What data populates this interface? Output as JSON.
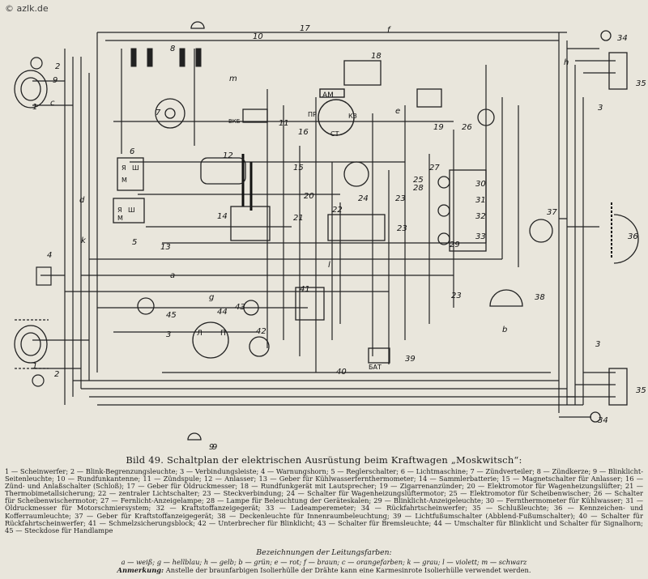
{
  "site_mark": "© azlk.de",
  "caption": "Bild 49. Schaltplan der elektrischen Ausrüstung beim Kraftwagen „Moskwitsch“:",
  "components": [
    "1 — Scheinwerfer;",
    "2 — Blink-Begrenzungsleuchte;",
    "3 — Verbindungsleiste;",
    "4 — Warnungshorn;",
    "5 — Reglerschalter;",
    "6 — Lichtmaschine;",
    "7 — Zündverteiler;",
    "8 — Zündkerze;",
    "9 — Blinklicht-Seitenleuchte;",
    "10 — Rundfunkantenne;",
    "11 — Zündspule;",
    "12 — Anlasser;",
    "13 — Geber für Kühlwasserfernthermometer;",
    "14 — Sammlerbatterie;",
    "15 — Magnetschalter für Anlasser;",
    "16 — Zünd- und Anlaßschalter (Schloß);",
    "17 — Geber für Öldruckmesser;",
    "18 — Rundfunkgerät mit Lautsprecher;",
    "19 — Zigarrenanzünder;",
    "20 — Elektromotor für Wagenheizungslüfter;",
    "21 — Thermobimetallsicherung;",
    "22 — zentraler Lichtschalter;",
    "23 — Steckverbindung;",
    "24 — Schalter für Wagenheizungslüftermotor;",
    "25 — Elektromotor für Scheibenwischer;",
    "26 — Schalter für Scheibenwischermotor;",
    "27 — Fernlicht-Anzeigelampe;",
    "28 — Lampe für Beleuchtung der Geräteskalen;",
    "29 — Blinklicht-Anzeigeleuchte;",
    "30 — Fernthermometer für Kühlwasser;",
    "31 — Öldruckmesser für Motorschmiersystem;",
    "32 — Kraftstoffanzeigegerät;",
    "33 — Ladeamperemeter;",
    "34 — Rückfahrtscheinwerfer;",
    "35 — Schlußleuchte;",
    "36 — Kennzeichen- und Kofferraumleuchte;",
    "37 — Geber für Kraftstoffanzeigegerät;",
    "38 — Deckenleuchte für Innenraumbeleuchtung;",
    "39 — Lichtfußumschalter (Abblend-Fußumschalter);",
    "40 — Schalter für Rückfahrtscheinwerfer;",
    "41 — Schmelzsicherungsblock;",
    "42 — Unterbrecher für Blinklicht;",
    "43 — Schalter für Bremsleuchte;",
    "44 — Umschalter für Blinklicht und Schalter für Signalhorn;",
    "45 — Steckdose für Handlampe"
  ],
  "colors_title": "Bezeichnungen der Leitungsfarben:",
  "colors": "a — weiß; g — hellblau; h — gelb; b — grün; e — rot; f — braun; c — orangefarben; k — grau; l — violett; m — schwarz",
  "note_label": "Anmerkung:",
  "note": "Anstelle der braunfarbigen Isolierhülle der Drähte kann eine Karmesinrote Isolierhülle verwendet werden.",
  "diagram": {
    "numbers": [
      "1",
      "2",
      "9",
      "4",
      "2",
      "1",
      "9",
      "10",
      "17",
      "18",
      "8",
      "7",
      "11",
      "16",
      "12",
      "6",
      "13",
      "5",
      "14",
      "15",
      "20",
      "21",
      "22",
      "24",
      "23",
      "19",
      "26",
      "27",
      "28",
      "30",
      "31",
      "32",
      "33",
      "29",
      "25",
      "23",
      "45",
      "44",
      "43",
      "42",
      "41",
      "40",
      "39",
      "3",
      "34",
      "35",
      "3",
      "36",
      "37",
      "38",
      "23",
      "35",
      "34",
      "9",
      "3"
    ],
    "wire_letters": [
      "c",
      "d",
      "e",
      "f",
      "g",
      "h",
      "k",
      "l",
      "m",
      "a",
      "b"
    ],
    "ammeter_label": "AM",
    "switch_labels": [
      "ПР",
      "КЗ",
      "СТ"
    ],
    "ign_coil_label": "ВКБ",
    "generator_terms": [
      "Я",
      "Ш",
      "М"
    ],
    "regulator_terms": [
      "Я",
      "Ш",
      "М"
    ],
    "blinker_switch_labels": [
      "Л",
      "П"
    ],
    "dimmer_label": "БАТ"
  }
}
